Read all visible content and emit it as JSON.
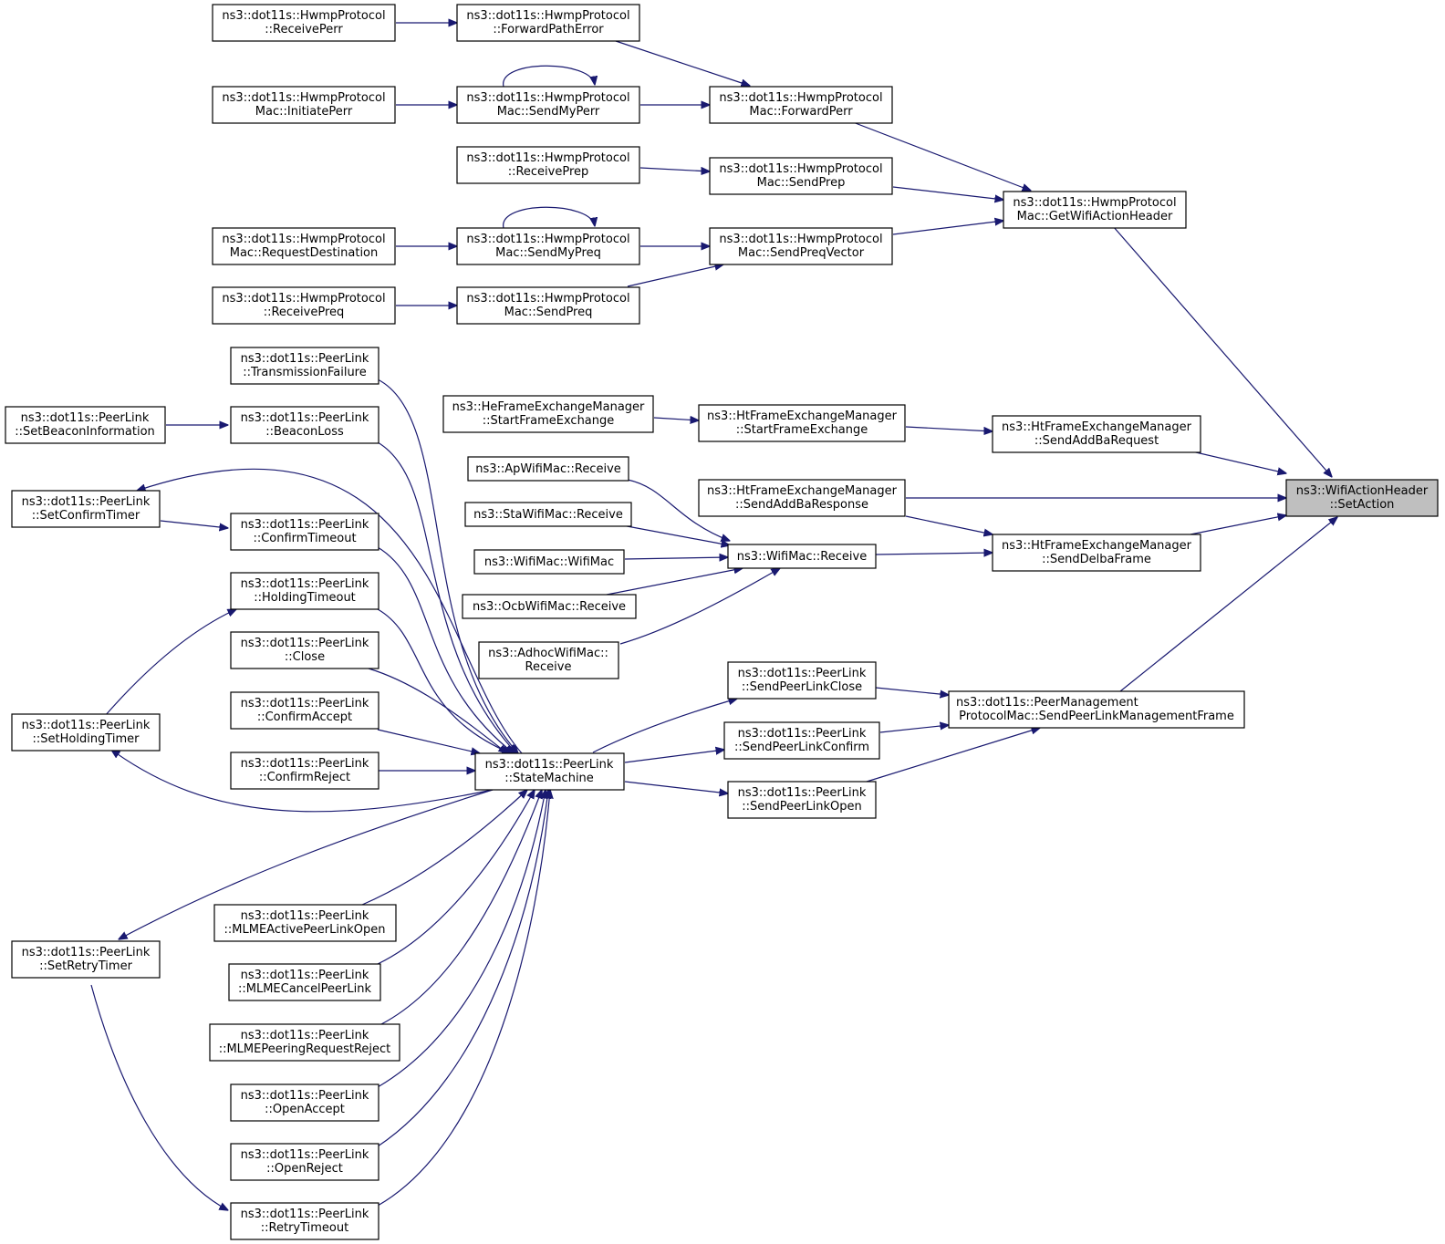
{
  "colors": {
    "edge": "#191970",
    "node_fill": "#ffffff",
    "node_stroke": "#000000",
    "highlight_fill": "#bfbfbf"
  },
  "nodes": {
    "n0": {
      "lines": [
        "ns3::WifiActionHeader",
        "::SetAction"
      ],
      "highlight": true
    },
    "n1": {
      "lines": [
        "ns3::dot11s::HwmpProtocol",
        "Mac::GetWifiActionHeader"
      ]
    },
    "n2": {
      "lines": [
        "ns3::dot11s::HwmpProtocol",
        "Mac::ForwardPerr"
      ]
    },
    "n3": {
      "lines": [
        "ns3::dot11s::HwmpProtocol",
        "::ForwardPathError"
      ]
    },
    "n4": {
      "lines": [
        "ns3::dot11s::HwmpProtocol",
        "::ReceivePerr"
      ]
    },
    "n5": {
      "lines": [
        "ns3::dot11s::HwmpProtocol",
        "Mac::SendMyPerr"
      ]
    },
    "n6": {
      "lines": [
        "ns3::dot11s::HwmpProtocol",
        "Mac::InitiatePerr"
      ]
    },
    "n7": {
      "lines": [
        "ns3::dot11s::HwmpProtocol",
        "Mac::SendPrep"
      ]
    },
    "n8": {
      "lines": [
        "ns3::dot11s::HwmpProtocol",
        "::ReceivePrep"
      ]
    },
    "n9": {
      "lines": [
        "ns3::dot11s::HwmpProtocol",
        "Mac::SendPreqVector"
      ]
    },
    "n10": {
      "lines": [
        "ns3::dot11s::HwmpProtocol",
        "Mac::SendMyPreq"
      ]
    },
    "n11": {
      "lines": [
        "ns3::dot11s::HwmpProtocol",
        "Mac::RequestDestination"
      ]
    },
    "n12": {
      "lines": [
        "ns3::dot11s::HwmpProtocol",
        "Mac::SendPreq"
      ]
    },
    "n13": {
      "lines": [
        "ns3::dot11s::HwmpProtocol",
        "::ReceivePreq"
      ]
    },
    "n14": {
      "lines": [
        "ns3::HtFrameExchangeManager",
        "::SendAddBaRequest"
      ]
    },
    "n15": {
      "lines": [
        "ns3::HtFrameExchangeManager",
        "::StartFrameExchange"
      ]
    },
    "n16": {
      "lines": [
        "ns3::HeFrameExchangeManager",
        "::StartFrameExchange"
      ]
    },
    "n17": {
      "lines": [
        "ns3::HtFrameExchangeManager",
        "::SendAddBaResponse"
      ]
    },
    "n18": {
      "lines": [
        "ns3::HtFrameExchangeManager",
        "::SendDelbaFrame"
      ]
    },
    "n19": {
      "lines": [
        "ns3::WifiMac::Receive"
      ]
    },
    "n20": {
      "lines": [
        "ns3::ApWifiMac::Receive"
      ]
    },
    "n21": {
      "lines": [
        "ns3::StaWifiMac::Receive"
      ]
    },
    "n22": {
      "lines": [
        "ns3::WifiMac::WifiMac"
      ]
    },
    "n23": {
      "lines": [
        "ns3::OcbWifiMac::Receive"
      ]
    },
    "n24": {
      "lines": [
        "ns3::AdhocWifiMac::",
        "Receive"
      ]
    },
    "n25": {
      "lines": [
        "ns3::dot11s::PeerManagement",
        "ProtocolMac::SendPeerLinkManagementFrame"
      ]
    },
    "n26": {
      "lines": [
        "ns3::dot11s::PeerLink",
        "::SendPeerLinkClose"
      ]
    },
    "n27": {
      "lines": [
        "ns3::dot11s::PeerLink",
        "::SendPeerLinkConfirm"
      ]
    },
    "n28": {
      "lines": [
        "ns3::dot11s::PeerLink",
        "::SendPeerLinkOpen"
      ]
    },
    "n29": {
      "lines": [
        "ns3::dot11s::PeerLink",
        "::StateMachine"
      ]
    },
    "n30": {
      "lines": [
        "ns3::dot11s::PeerLink",
        "::TransmissionFailure"
      ]
    },
    "n31": {
      "lines": [
        "ns3::dot11s::PeerLink",
        "::BeaconLoss"
      ]
    },
    "n32": {
      "lines": [
        "ns3::dot11s::PeerLink",
        "::SetBeaconInformation"
      ]
    },
    "n33": {
      "lines": [
        "ns3::dot11s::PeerLink",
        "::SetConfirmTimer"
      ]
    },
    "n34": {
      "lines": [
        "ns3::dot11s::PeerLink",
        "::ConfirmTimeout"
      ]
    },
    "n35": {
      "lines": [
        "ns3::dot11s::PeerLink",
        "::HoldingTimeout"
      ]
    },
    "n36": {
      "lines": [
        "ns3::dot11s::PeerLink",
        "::Close"
      ]
    },
    "n37": {
      "lines": [
        "ns3::dot11s::PeerLink",
        "::SetHoldingTimer"
      ]
    },
    "n38": {
      "lines": [
        "ns3::dot11s::PeerLink",
        "::ConfirmAccept"
      ]
    },
    "n39": {
      "lines": [
        "ns3::dot11s::PeerLink",
        "::ConfirmReject"
      ]
    },
    "n40": {
      "lines": [
        "ns3::dot11s::PeerLink",
        "::MLMEActivePeerLinkOpen"
      ]
    },
    "n41": {
      "lines": [
        "ns3::dot11s::PeerLink",
        "::SetRetryTimer"
      ]
    },
    "n42": {
      "lines": [
        "ns3::dot11s::PeerLink",
        "::MLMECancelPeerLink"
      ]
    },
    "n43": {
      "lines": [
        "ns3::dot11s::PeerLink",
        "::MLMEPeeringRequestReject"
      ]
    },
    "n44": {
      "lines": [
        "ns3::dot11s::PeerLink",
        "::OpenAccept"
      ]
    },
    "n45": {
      "lines": [
        "ns3::dot11s::PeerLink",
        "::OpenReject"
      ]
    },
    "n46": {
      "lines": [
        "ns3::dot11s::PeerLink",
        "::RetryTimeout"
      ]
    }
  }
}
